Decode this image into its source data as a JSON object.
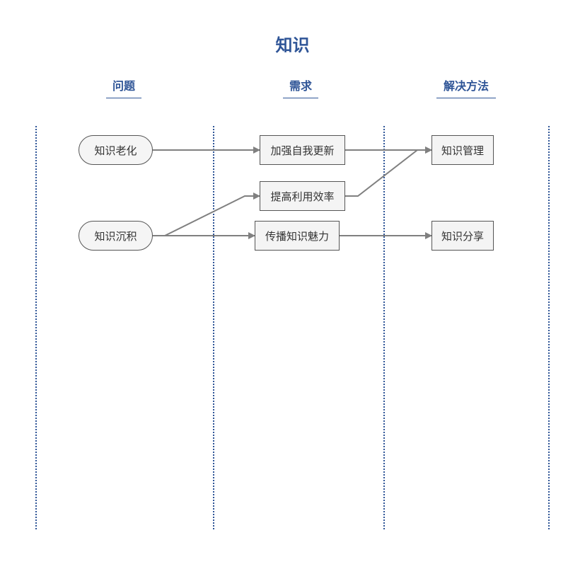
{
  "title": "知识",
  "lanes": [
    "问题",
    "需求",
    "解决方法"
  ],
  "nodes": {
    "aging": "知识老化",
    "accumulation": "知识沉积",
    "self_update": "加强自我更新",
    "efficiency": "提高利用效率",
    "spread": "传播知识魅力",
    "management": "知识管理",
    "sharing": "知识分享"
  },
  "edges": [
    [
      "aging",
      "self_update"
    ],
    [
      "accumulation",
      "efficiency"
    ],
    [
      "accumulation",
      "spread"
    ],
    [
      "self_update",
      "management"
    ],
    [
      "efficiency",
      "management"
    ],
    [
      "spread",
      "sharing"
    ]
  ],
  "colors": {
    "accent": "#2f5597",
    "edge": "#808080",
    "node_border": "#555555"
  }
}
